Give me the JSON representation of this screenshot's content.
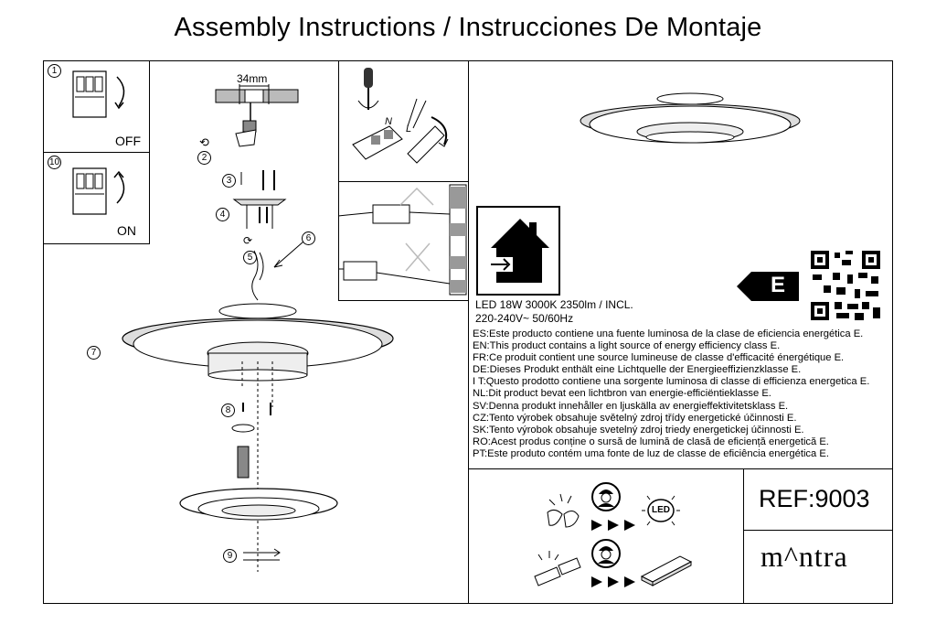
{
  "title": "Assembly Instructions / Instrucciones De Montaje",
  "steps": {
    "s1": "1",
    "s2": "2",
    "s3": "3",
    "s4": "4",
    "s5": "5",
    "s6": "6",
    "s7": "7",
    "s8": "8",
    "s9": "9",
    "s10": "10"
  },
  "switch_off_label": "OFF",
  "switch_on_label": "ON",
  "dimension_label": "34mm",
  "wire_labels": {
    "n": "N",
    "l": "L"
  },
  "energy_class": "E",
  "spec_line1": "LED 18W 3000K 2350lm / INCL.",
  "spec_line2": "220-240V~  50/60Hz",
  "efficiency_statements": [
    "ES:Este producto contiene una fuente luminosa de la clase de eficiencia energética E.",
    "EN:This product contains a light source of energy efficiency class E.",
    "FR:Ce produit contient une source lumineuse de classe d'efficacité énergétique E.",
    "DE:Dieses Produkt enthält eine Lichtquelle der Energieeffizienzklasse E.",
    "I T:Questo prodotto contiene una sorgente luminosa di classe di efficienza energetica E.",
    "NL:Dit product bevat een lichtbron van energie-efficiëntieklasse E.",
    "SV:Denna produkt innehåller en ljuskälla av energieffektivitetsklass E.",
    "CZ:Tento výrobek obsahuje světelný zdroj třídy energetické účinnosti E.",
    "SK:Tento výrobok obsahuje svetelný zdroj triedy energetickej účinnosti E.",
    "RO:Acest produs conține o sursă de lumină de clasă de eficiență energetică E.",
    "PT:Este produto contém uma fonte de luz de classe de eficiência energética E."
  ],
  "led_icon_label": "LED",
  "ref": "REF:9003",
  "brand": "m^ntra",
  "icons": [
    "switch-icon",
    "screwdriver-icon",
    "house-energy-label-icon",
    "qr-code-icon",
    "technician-icon",
    "led-bulb-icon",
    "driver-box-icon",
    "arrow-icon"
  ]
}
